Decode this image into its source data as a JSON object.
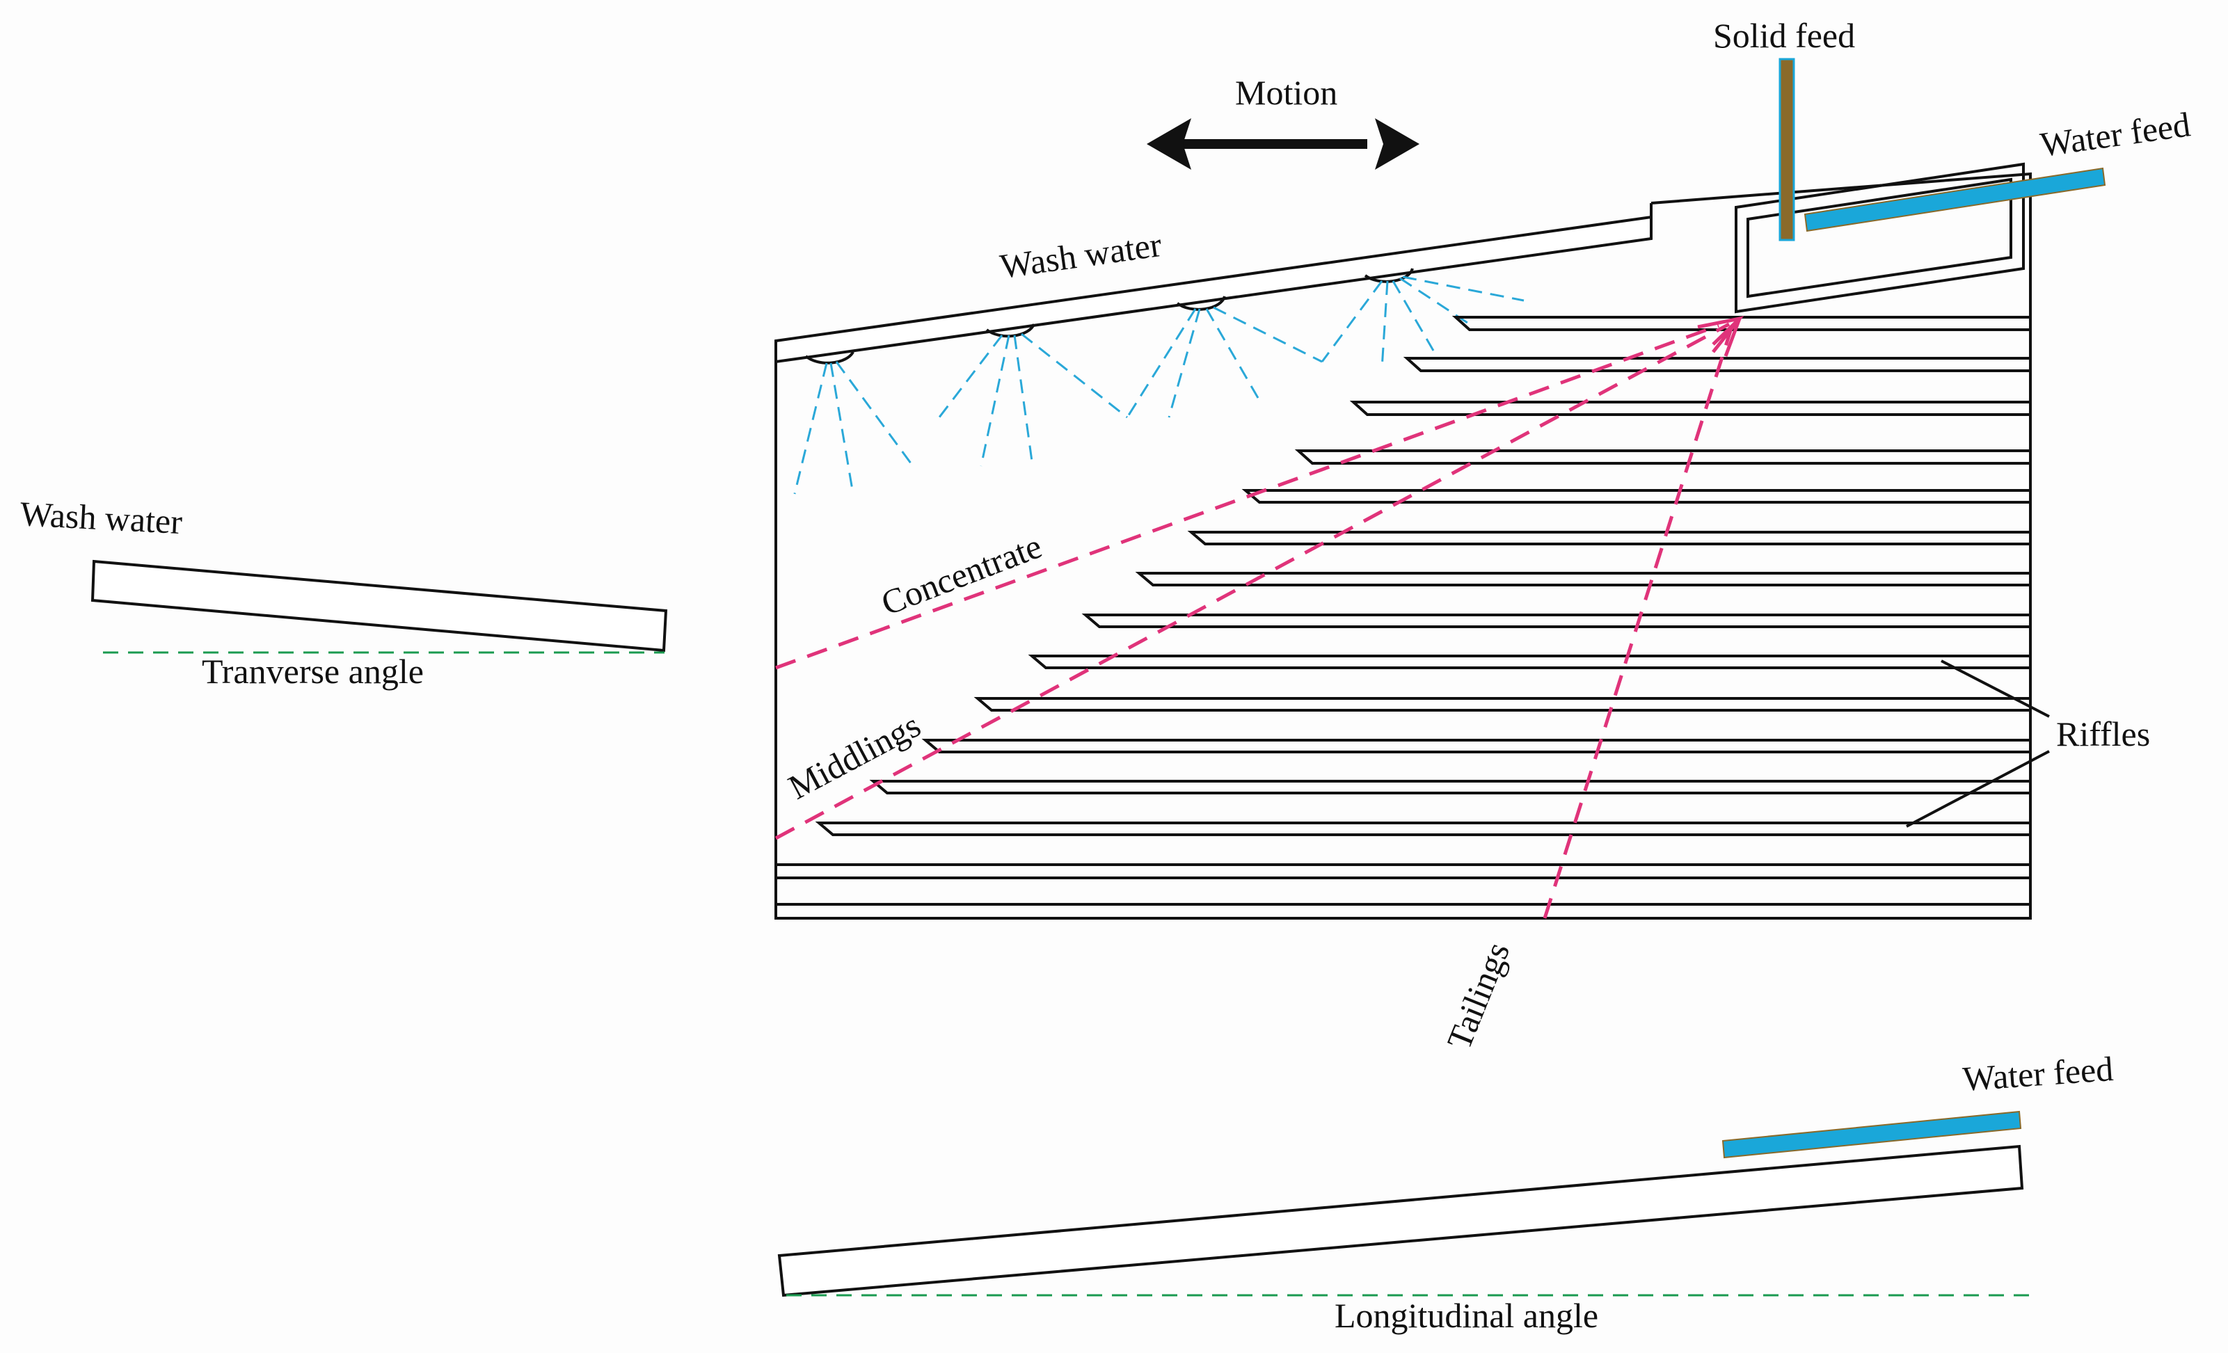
{
  "labels": {
    "motion": "Motion",
    "solid_feed": "Solid feed",
    "water_feed_top": "Water feed",
    "wash_water_top": "Wash water",
    "wash_water_side": "Wash water",
    "transverse_angle": "Tranverse angle",
    "concentrate": "Concentrate",
    "middlings": "Middlings",
    "riffles": "Riffles",
    "tailings": "Tailings",
    "water_feed_bottom": "Water feed",
    "longitudinal_angle": "Longitudinal angle"
  },
  "colors": {
    "line": "#111111",
    "spray": "#2aa8d8",
    "water_feed": "#1aa7d9",
    "solid_feed": "#8a6a2a",
    "flow_path": "#e0337a",
    "angle_reference": "#1a9a50"
  },
  "icons": {
    "motion": "double-headed-arrow-icon"
  }
}
